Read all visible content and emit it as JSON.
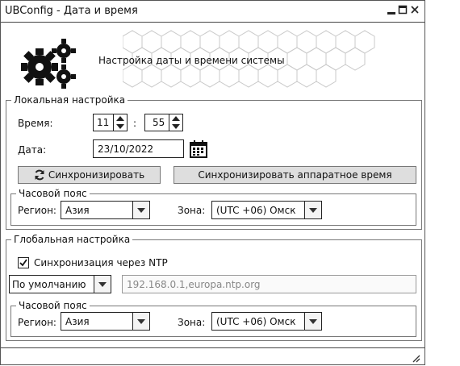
{
  "window": {
    "title": "UBConfig - Дата и время"
  },
  "header": {
    "icon": "gears-icon",
    "text": "Настройка даты и времени системы"
  },
  "local": {
    "group_label": "Локальная настройка",
    "time_label": "Время:",
    "hours": "11",
    "separator": ":",
    "minutes": "55",
    "date_label": "Дата:",
    "date_value": "23/10/2022",
    "sync_button": "Синхронизировать",
    "sync_hw_button": "Синхронизировать аппаратное время",
    "timezone": {
      "group_label": "Часовой пояс",
      "region_label": "Регион:",
      "region_value": "Азия",
      "zone_label": "Зона:",
      "zone_value": "(UTC +06) Омск"
    }
  },
  "global": {
    "group_label": "Глобальная настройка",
    "ntp_checkbox_label": "Синхронизация через NTP",
    "ntp_checked": true,
    "ntp_mode_value": "По умолчанию",
    "ntp_servers": "192.168.0.1,europa.ntp.org",
    "timezone": {
      "group_label": "Часовой пояс",
      "region_label": "Регион:",
      "region_value": "Азия",
      "zone_label": "Зона:",
      "zone_value": "(UTC +06) Омск"
    }
  }
}
